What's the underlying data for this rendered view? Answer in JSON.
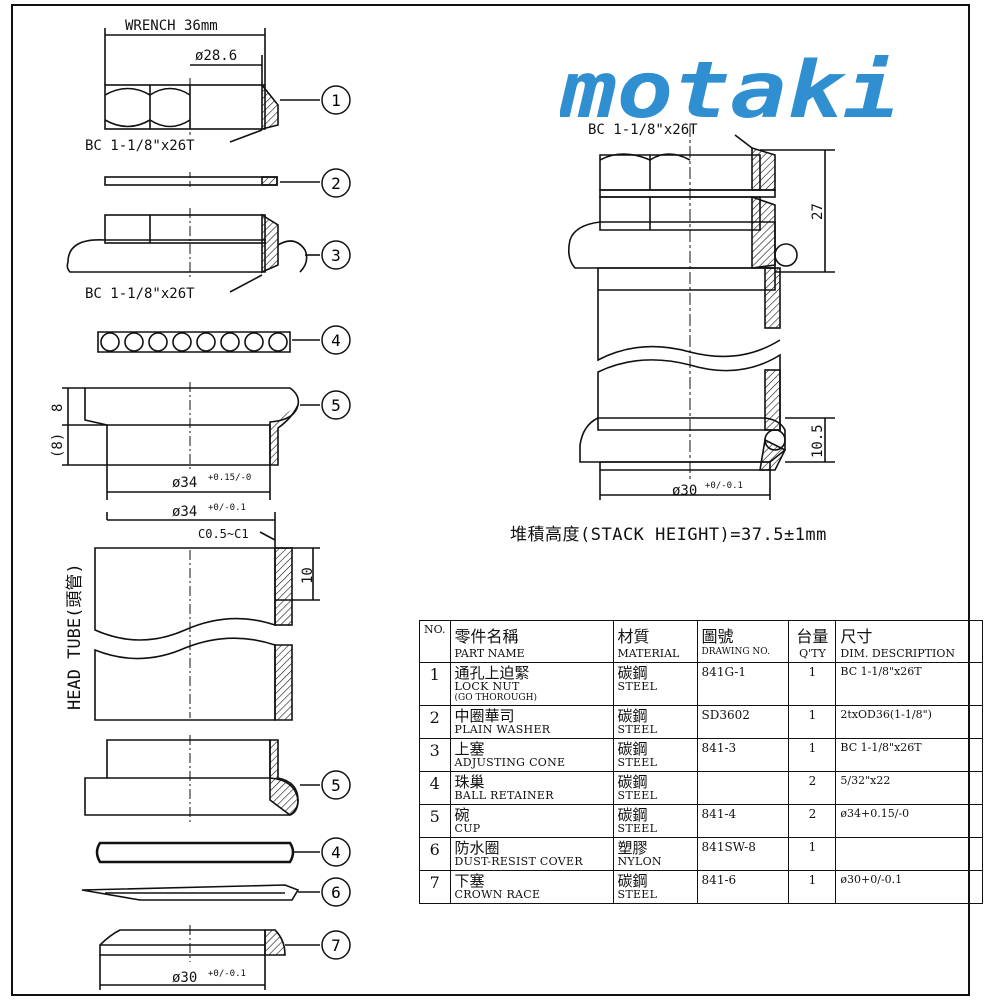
{
  "brand": "motaki",
  "colors": {
    "brand_blue": "#2f8fd0",
    "line": "#111111"
  },
  "left_dims": {
    "wrench": "WRENCH 36mm",
    "dia_28_6": "ø28.6",
    "bc_top": "BC 1-1/8\"x26T",
    "bc_cone": "BC 1-1/8\"x26T",
    "dim_8": "8",
    "dim_8p": "(8)",
    "dia_34_cup": "ø34",
    "dia_34_cup_tol": "+0.15/-0",
    "dia_34_tube": "ø34",
    "dia_34_tube_tol": "+0/-0.1",
    "chamfer": "C0.5~C1",
    "dim_10": "10",
    "head_tube": "HEAD TUBE(頭管)",
    "dia_30_bottom": "ø30",
    "dia_30_bottom_tol": "+0/-0.1"
  },
  "callouts": [
    "1",
    "2",
    "3",
    "4",
    "5",
    "5",
    "4",
    "6",
    "7"
  ],
  "assembly": {
    "bc": "BC 1-1/8\"x26T",
    "dim_27": "27",
    "dim_10_5": "10.5",
    "dia_30": "ø30",
    "dia_30_tol": "+0/-0.1"
  },
  "stack_height": "堆積高度(STACK HEIGHT)=37.5±1mm",
  "table": {
    "headers": {
      "no": "NO.",
      "part_zh": "零件名稱",
      "part_en": "PART NAME",
      "mat_zh": "材質",
      "mat_en": "MATERIAL",
      "dwg_zh": "圖號",
      "dwg_en": "DRAWING NO.",
      "qty_zh": "台量",
      "qty_en": "Q'TY",
      "dim_zh": "尺寸",
      "dim_en": "DIM. DESCRIPTION"
    },
    "rows": [
      {
        "no": "1",
        "zh": "通孔上迫緊",
        "en": "LOCK NUT",
        "en2": "(GO THOROUGH)",
        "mat_zh": "碳鋼",
        "mat_en": "STEEL",
        "dwg": "841G-1",
        "qty": "1",
        "desc": "BC 1-1/8\"x26T"
      },
      {
        "no": "2",
        "zh": "中圈華司",
        "en": "PLAIN WASHER",
        "en2": "",
        "mat_zh": "碳鋼",
        "mat_en": "STEEL",
        "dwg": "SD3602",
        "qty": "1",
        "desc": "2txOD36(1-1/8\")"
      },
      {
        "no": "3",
        "zh": "上塞",
        "en": "ADJUSTING CONE",
        "en2": "",
        "mat_zh": "碳鋼",
        "mat_en": "STEEL",
        "dwg": "841-3",
        "qty": "1",
        "desc": "BC 1-1/8\"x26T"
      },
      {
        "no": "4",
        "zh": "珠巢",
        "en": "BALL RETAINER",
        "en2": "",
        "mat_zh": "碳鋼",
        "mat_en": "STEEL",
        "dwg": "",
        "qty": "2",
        "desc": "5/32\"x22"
      },
      {
        "no": "5",
        "zh": "碗",
        "en": "CUP",
        "en2": "",
        "mat_zh": "碳鋼",
        "mat_en": "STEEL",
        "dwg": "841-4",
        "qty": "2",
        "desc": "ø34+0.15/-0"
      },
      {
        "no": "6",
        "zh": "防水圈",
        "en": "DUST-RESIST COVER",
        "en2": "",
        "mat_zh": "塑膠",
        "mat_en": "NYLON",
        "dwg": "841SW-8",
        "qty": "1",
        "desc": ""
      },
      {
        "no": "7",
        "zh": "下塞",
        "en": "CROWN RACE",
        "en2": "",
        "mat_zh": "碳鋼",
        "mat_en": "STEEL",
        "dwg": "841-6",
        "qty": "1",
        "desc": "ø30+0/-0.1"
      }
    ]
  }
}
